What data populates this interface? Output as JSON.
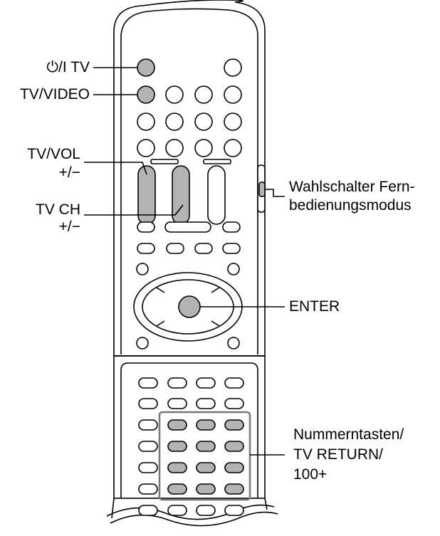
{
  "labels": {
    "power_tv": "⏻/I TV",
    "tv_video": "TV/VIDEO",
    "tv_vol": "TV/VOL",
    "tv_vol_sign": "+/−",
    "tv_ch": "TV CH",
    "tv_ch_sign": "+/−",
    "mode_switch_line1": "Wahlschalter Fern-",
    "mode_switch_line2": "bedienungsmodus",
    "enter": "ENTER",
    "number_keys_line1": "Nummerntasten/",
    "number_keys_line2": "TV RETURN/",
    "number_keys_line3": "100+"
  },
  "colors": {
    "outline": "#000000",
    "body_fill": "#ffffff",
    "highlight_fill": "#b3b3b3"
  }
}
